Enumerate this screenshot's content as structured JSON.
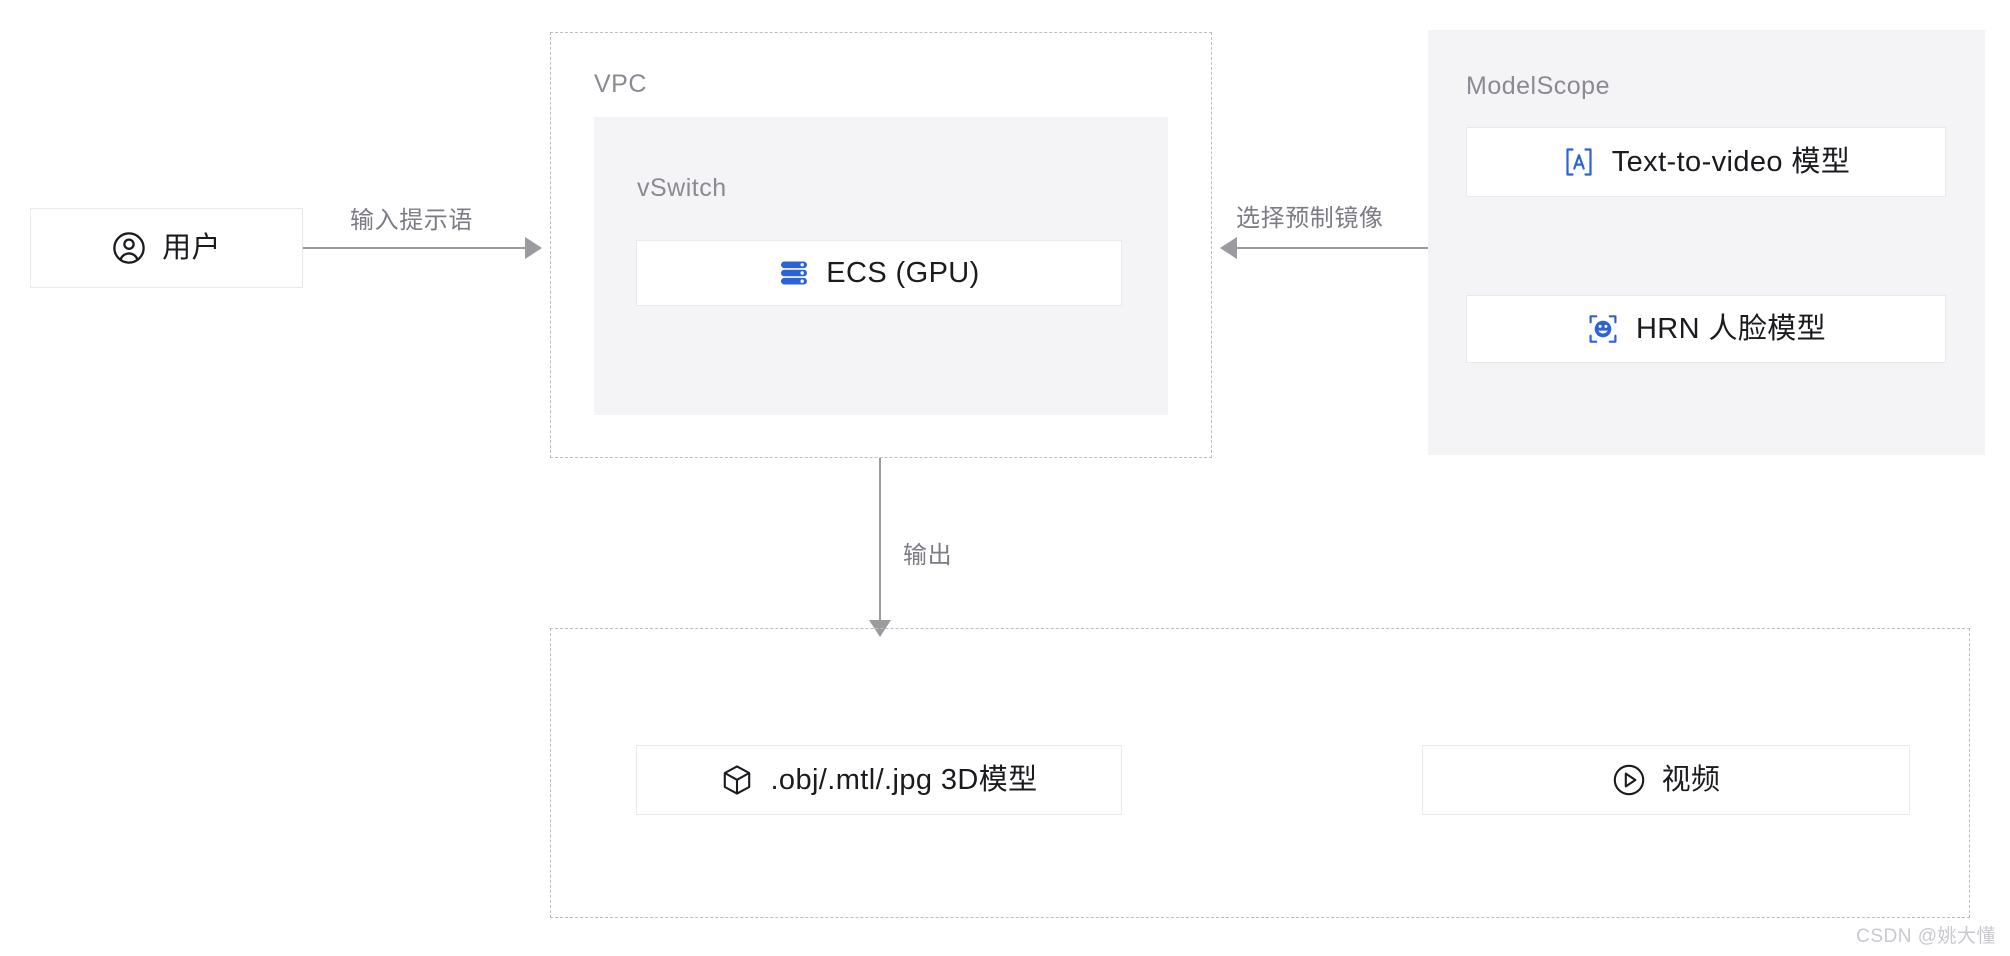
{
  "diagram": {
    "nodes": {
      "user": {
        "label": "用户",
        "icon": "user-circle-icon"
      },
      "ecs": {
        "label": "ECS (GPU)",
        "icon": "server-stack-icon"
      },
      "text_to_video": {
        "label": "Text-to-video 模型",
        "icon": "bracket-a-icon"
      },
      "hrn_face": {
        "label": "HRN 人脸模型",
        "icon": "bracket-face-icon"
      },
      "model_3d": {
        "label": ".obj/.mtl/.jpg 3D模型",
        "icon": "cube-icon"
      },
      "video": {
        "label": "视频",
        "icon": "play-circle-icon"
      }
    },
    "groups": {
      "vpc": {
        "title": "VPC"
      },
      "vswitch": {
        "title": "vSwitch"
      },
      "modelscope": {
        "title": "ModelScope"
      },
      "output": {
        "title": ""
      }
    },
    "edges": {
      "user_to_vpc": {
        "label": "输入提示语"
      },
      "modelscope_to_vpc": {
        "label": "选择预制镜像"
      },
      "vpc_to_output": {
        "label": "输出"
      }
    },
    "colors": {
      "accent_blue": "#2b62d9",
      "panel_gray": "#f4f4f7",
      "border_gray": "#e8e8ed",
      "dashed_gray": "#bdbdc4",
      "connector_gray": "#9a9a9f",
      "title_gray": "#8a8a93",
      "text_dark": "#1b1b1f"
    }
  },
  "watermark": {
    "text": "CSDN @姚大懂"
  }
}
